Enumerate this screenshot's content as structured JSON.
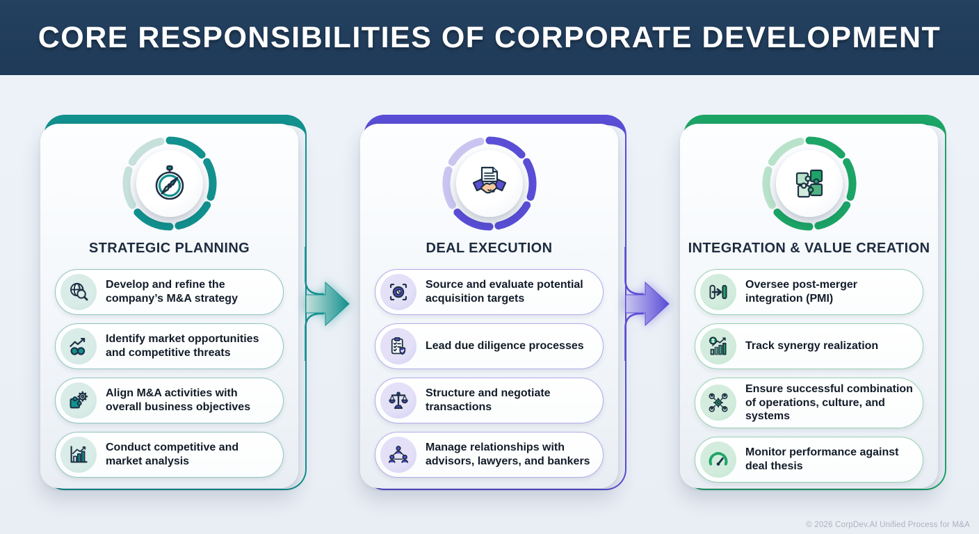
{
  "page": {
    "background": "#ecf1f7"
  },
  "header": {
    "title": "CORE RESPONSIBILITIES OF CORPORATE DEVELOPMENT",
    "bg": "#1f3a59"
  },
  "columns": [
    {
      "id": "strategic-planning",
      "title": "STRATEGIC PLANNING",
      "main_icon": "compass-icon",
      "colors": {
        "accent": "#12918e",
        "pale": "#c6e0db",
        "tint": "#d9ece8",
        "pill_border": "#8fc3bf"
      },
      "items": [
        {
          "icon": "globe-search-icon",
          "text": "Develop and refine the company’s M&A strategy"
        },
        {
          "icon": "growth-binoculars-icon",
          "text": "Identify market opportunities and competitive threats"
        },
        {
          "icon": "puzzle-gear-icon",
          "text": "Align M&A activities with overall business objectives"
        },
        {
          "icon": "bar-chart-icon",
          "text": "Conduct competitive and market analysis"
        }
      ]
    },
    {
      "id": "deal-execution",
      "title": "DEAL EXECUTION",
      "main_icon": "handshake-document-icon",
      "colors": {
        "accent": "#5a4ed6",
        "pale": "#c9c4f0",
        "tint": "#e3e0f8",
        "pill_border": "#b2aae8"
      },
      "items": [
        {
          "icon": "target-scope-icon",
          "text": "Source and evaluate potential acquisition targets"
        },
        {
          "icon": "clipboard-shield-icon",
          "text": "Lead due diligence processes"
        },
        {
          "icon": "balance-scale-icon",
          "text": "Structure and negotiate transactions"
        },
        {
          "icon": "people-network-icon",
          "text": "Manage relationships with advisors, lawyers, and bankers"
        }
      ]
    },
    {
      "id": "integration-value-creation",
      "title": "INTEGRATION & VALUE CREATION",
      "main_icon": "puzzle-pieces-icon",
      "colors": {
        "accent": "#1ca566",
        "pale": "#b9e2ca",
        "tint": "#d3ecdd",
        "pill_border": "#96d1b1"
      },
      "items": [
        {
          "icon": "merge-arrow-icon",
          "text": "Oversee post-merger integration (PMI)"
        },
        {
          "icon": "synergy-chart-icon",
          "text": "Track synergy realization"
        },
        {
          "icon": "people-gear-icon",
          "text": "Ensure successful combination of operations, culture, and systems"
        },
        {
          "icon": "gauge-icon",
          "text": "Monitor performance against deal thesis"
        }
      ]
    }
  ],
  "connectors": [
    {
      "from": "strategic-planning",
      "to": "deal-execution",
      "color": "#12918e"
    },
    {
      "from": "deal-execution",
      "to": "integration-value-creation",
      "color": "#5a4ed6"
    }
  ],
  "footer": {
    "copyright": "© 2026 CorpDev.AI Unified Process for M&A"
  }
}
